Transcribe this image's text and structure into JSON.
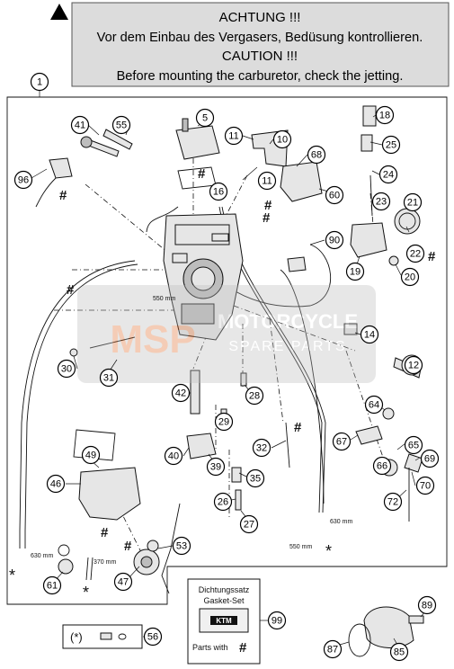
{
  "warning": {
    "line1": "ACHTUNG !!!",
    "line2": "Vor dem Einbau des Vergasers, Bedüsung kontrollieren.",
    "line3": "CAUTION !!!",
    "line4": "Before mounting the carburetor, check the jetting."
  },
  "watermark": {
    "brand": "MSP",
    "line1": "MOTORCYCLE",
    "line2": "SPARE PARTS"
  },
  "callouts": {
    "c1": "1",
    "c5": "5",
    "c10": "10",
    "c11a": "11",
    "c11b": "11",
    "c12": "12",
    "c14": "14",
    "c16": "16",
    "c18": "18",
    "c19": "19",
    "c20": "20",
    "c21": "21",
    "c22": "22",
    "c23": "23",
    "c24": "24",
    "c25": "25",
    "c26": "26",
    "c27": "27",
    "c28": "28",
    "c29": "29",
    "c30": "30",
    "c31": "31",
    "c32": "32",
    "c35": "35",
    "c39": "39",
    "c40": "40",
    "c41": "41",
    "c42": "42",
    "c46": "46",
    "c47": "47",
    "c49": "49",
    "c53": "53",
    "c55": "55",
    "c56": "56",
    "c60": "60",
    "c61": "61",
    "c64": "64",
    "c65": "65",
    "c66": "66",
    "c67": "67",
    "c68": "68",
    "c69": "69",
    "c70": "70",
    "c72": "72",
    "c85": "85",
    "c87": "87",
    "c89": "89",
    "c90": "90",
    "c96": "96",
    "c99": "99"
  },
  "dimensions": {
    "hose_550_top": "550 mm",
    "hose_630_left": "630 mm",
    "hose_370": "370 mm",
    "hose_550_bottom": "550 mm",
    "hose_630_right": "630 mm"
  },
  "marks": {
    "hash": "#",
    "asterisk": "*",
    "legend_paren": "(*)"
  },
  "gasket_box": {
    "title_de": "Dichtungssatz",
    "title_en": "Gasket-Set",
    "logo": "KTM",
    "parts_with": "Parts with",
    "hash": "#"
  }
}
